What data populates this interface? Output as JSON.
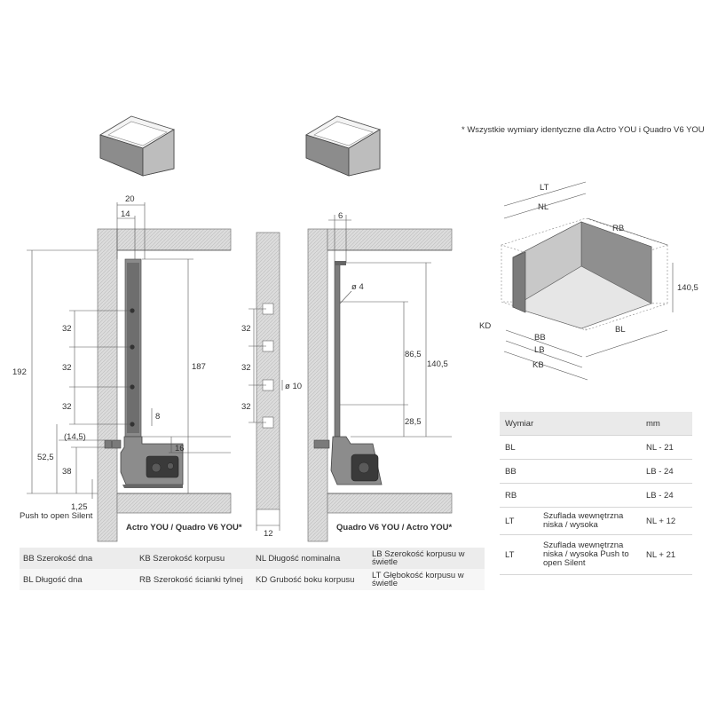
{
  "note": "* Wszystkie wymiary identyczne dla Actro YOU i Quadro V6 YOU",
  "left_view": {
    "caption": "Actro YOU / Quadro V6 YOU*",
    "dims": {
      "d20": "20",
      "d14": "14",
      "d192": "192",
      "d187": "187",
      "d32a": "32",
      "d32b": "32",
      "d32c": "32",
      "d8": "8",
      "d16": "16",
      "d145": "(14,5)",
      "d525": "52,5",
      "d38": "38",
      "d125": "1,25"
    },
    "push_label": "Push to open Silent"
  },
  "middle_view": {
    "dims": {
      "d32a": "32",
      "d32b": "32",
      "d32c": "32",
      "phi10": "ø 10",
      "d12": "12"
    }
  },
  "right_view": {
    "caption": "Quadro V6 YOU / Actro YOU*",
    "dims": {
      "d6": "6",
      "phi4": "ø 4",
      "d865": "86,5",
      "d1405": "140,5",
      "d285": "28,5"
    }
  },
  "iso_view": {
    "labels": {
      "lt": "LT",
      "nl": "NL",
      "rb": "RB",
      "h1405": "140,5",
      "kd": "KD",
      "bb": "BB",
      "lb": "LB",
      "kb": "KB",
      "bl": "BL"
    }
  },
  "legend": {
    "r1": [
      "BB Szerokość dna",
      "KB Szerokość korpusu",
      "NL Długość nominalna",
      "LB Szerokość korpusu w świetle"
    ],
    "r2": [
      "BL Długość dna",
      "RB Szerokość ścianki tylnej",
      "KD Grubość boku korpusu",
      "LT Głębokość korpusu w świetle"
    ]
  },
  "mapping_table": {
    "header": {
      "col1": "Wymiar",
      "col2": "mm"
    },
    "rows": [
      {
        "code": "BL",
        "desc": "",
        "value": "NL - 21"
      },
      {
        "code": "BB",
        "desc": "",
        "value": "LB - 24"
      },
      {
        "code": "RB",
        "desc": "",
        "value": "LB - 24"
      },
      {
        "code": "LT",
        "desc": "Szuflada wewnętrzna niska / wysoka",
        "value": "NL + 12"
      },
      {
        "code": "LT",
        "desc": "Szuflada wewnętrzna niska / wysoka Push to open Silent",
        "value": "NL + 21"
      }
    ]
  }
}
